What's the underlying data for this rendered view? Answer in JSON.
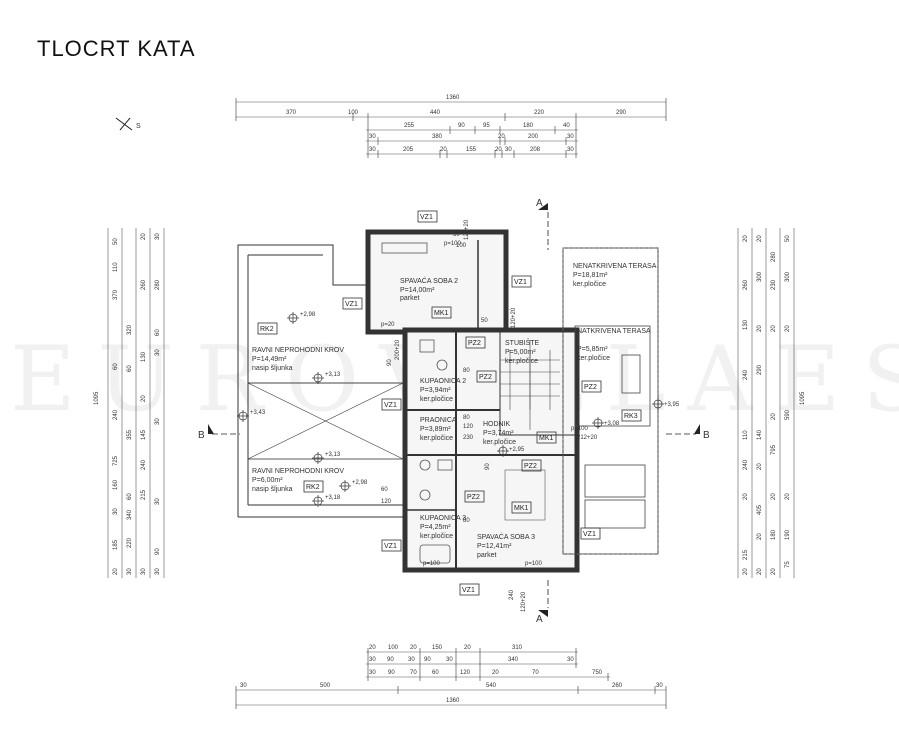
{
  "title": "TLOCRT  KATA",
  "watermark": "EUROVILLAESTATE",
  "north_label": "S",
  "section_labels": {
    "a_top": "A",
    "a_bottom": "A",
    "b_left": "B",
    "b_right": "B"
  },
  "dims_top": {
    "overall": "1360",
    "row1": [
      "370",
      "100",
      "440",
      "220",
      "290"
    ],
    "row2": [
      "255",
      "90",
      "95",
      "180",
      "40"
    ],
    "row3": [
      "30",
      "380",
      "20",
      "200",
      "30"
    ],
    "row4": [
      "30",
      "205",
      "20",
      "155",
      "20",
      "30",
      "208",
      "30"
    ]
  },
  "dims_bottom": {
    "row1": [
      "20",
      "100",
      "20",
      "150",
      "20",
      "310"
    ],
    "row2": [
      "30",
      "90",
      "30",
      "90",
      "30",
      "340",
      "30"
    ],
    "row3": [
      "30",
      "90",
      "70",
      "60",
      "120",
      "20",
      "70",
      "750"
    ],
    "row4": [
      "30",
      "500",
      "540",
      "260",
      "30"
    ],
    "overall": "1360"
  },
  "dims_left": {
    "overall": "1095",
    "col1": [
      "50",
      "110",
      "370",
      "60",
      "240",
      "355",
      "725",
      "160",
      "30",
      "185",
      "20"
    ],
    "col2": [
      "20",
      "260",
      "320",
      "130",
      "20",
      "145",
      "240",
      "215",
      "340",
      "220",
      "30"
    ],
    "col3": [
      "30",
      "280",
      "60",
      "30",
      "60",
      "30",
      "60",
      "30",
      "90",
      "30",
      "30"
    ]
  },
  "dims_right": {
    "overall": "1095",
    "col1": [
      "20",
      "260",
      "300",
      "230",
      "290",
      "110",
      "140",
      "20",
      "405",
      "190",
      "75"
    ],
    "col2": [
      "50",
      "280",
      "300",
      "130",
      "240",
      "240",
      "795",
      "215",
      "590",
      "180",
      "20"
    ],
    "col3": [
      "20",
      "20",
      "20",
      "20",
      "20",
      "20",
      "20",
      "20",
      "20",
      "20",
      "20"
    ]
  },
  "rooms": {
    "bed2": {
      "name": "SPAVAĆA SOBA 2",
      "area": "P=14,00m²",
      "floor": "parket"
    },
    "roof1": {
      "name": "RAVNI NEPROHODNI KROV",
      "area": "P=14,49m²",
      "floor": "nasip šljunka"
    },
    "roof2": {
      "name": "RAVNI NEPROHODNI KROV",
      "area": "P=6,00m²",
      "floor": "nasip šljunka"
    },
    "stairs": {
      "name": "STUBIŠTE",
      "area": "P=5,00m²",
      "floor": "ker.pločice"
    },
    "bath2": {
      "name": "KUPAONICA 2",
      "area": "P=3,94m²",
      "floor": "ker.pločice"
    },
    "wc": {
      "name": "PRAONICA",
      "area": "P=3,89m²",
      "floor": "ker.pločice"
    },
    "hall": {
      "name": "HODNIK",
      "area": "P=3,74m²",
      "floor": "ker.pločice"
    },
    "bath3": {
      "name": "KUPAONICA 3",
      "area": "P=4,25m²",
      "floor": "ker.pločice"
    },
    "bed3": {
      "name": "SPAVAĆA SOBA 3",
      "area": "P=12,41m²",
      "floor": "parket"
    },
    "terrace_open": {
      "name": "NENATKRIVENA TERASA",
      "area": "P=18,81m²",
      "floor": "ker.pločice"
    },
    "terrace_covered": {
      "name": "NATKRIVENA TERASA",
      "area": "P=5,85m²",
      "floor": "ker.pločice"
    }
  },
  "tags": {
    "vz1": "VZ1",
    "mk1": "MK1",
    "pz2": "PZ2",
    "rk2": "RK2",
    "rk3": "RK3"
  },
  "levels": {
    "l298a": "+2,98",
    "l313a": "+3,13",
    "l343": "+3,43",
    "l313b": "+3,13",
    "l298b": "+2,98",
    "l318": "+3,18",
    "l295": "+2,95",
    "l308": "+3,08",
    "l395": "+3,95"
  },
  "misc": {
    "p100a": "p=100",
    "p20": "p=20",
    "p100b": "p=100",
    "p100c": "p=100",
    "p100d": "p=100",
    "n120a": "120+20",
    "n120b": "120+20",
    "n120c": "120+20",
    "n212": "212+20",
    "n80a": "80",
    "n80b": "80",
    "n80c": "80",
    "n120d": "120",
    "n230": "230",
    "n90a": "90",
    "n90b": "90",
    "n60": "60",
    "n120e": "120",
    "n240": "240",
    "n200": "200+20",
    "n50a": "50",
    "n50b": "50",
    "n100": "100"
  }
}
